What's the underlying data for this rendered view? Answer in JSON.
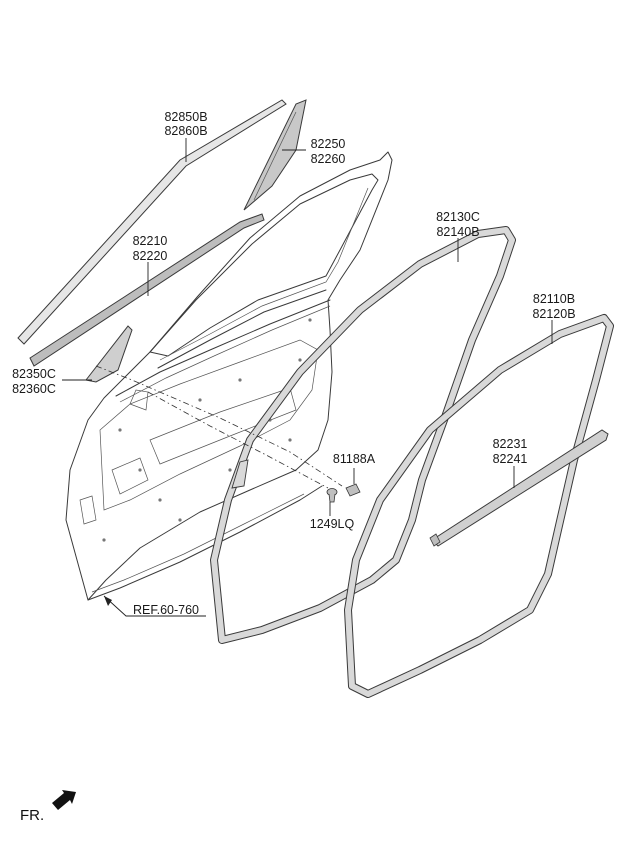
{
  "parts": {
    "p82850": {
      "line1": "82850B",
      "line2": "82860B"
    },
    "p82250": {
      "line1": "82250",
      "line2": "82260"
    },
    "p82210": {
      "line1": "82210",
      "line2": "82220"
    },
    "p82130": {
      "line1": "82130C",
      "line2": "82140B"
    },
    "p82110": {
      "line1": "82110B",
      "line2": "82120B"
    },
    "p82350": {
      "line1": "82350C",
      "line2": "82360C"
    },
    "p81188": {
      "line1": "81188A"
    },
    "p82231": {
      "line1": "82231",
      "line2": "82241"
    },
    "p1249": {
      "line1": "1249LQ"
    },
    "ref": {
      "line1": "REF.60-760"
    }
  },
  "direction_label": "FR.",
  "colors": {
    "line": "#3a3a3a",
    "weatherstrip_fill": "#d9d9d9",
    "molding_fill": "#c4c4c4",
    "text": "#1a1a1a"
  },
  "icons": {
    "direction": "arrow-icon"
  }
}
